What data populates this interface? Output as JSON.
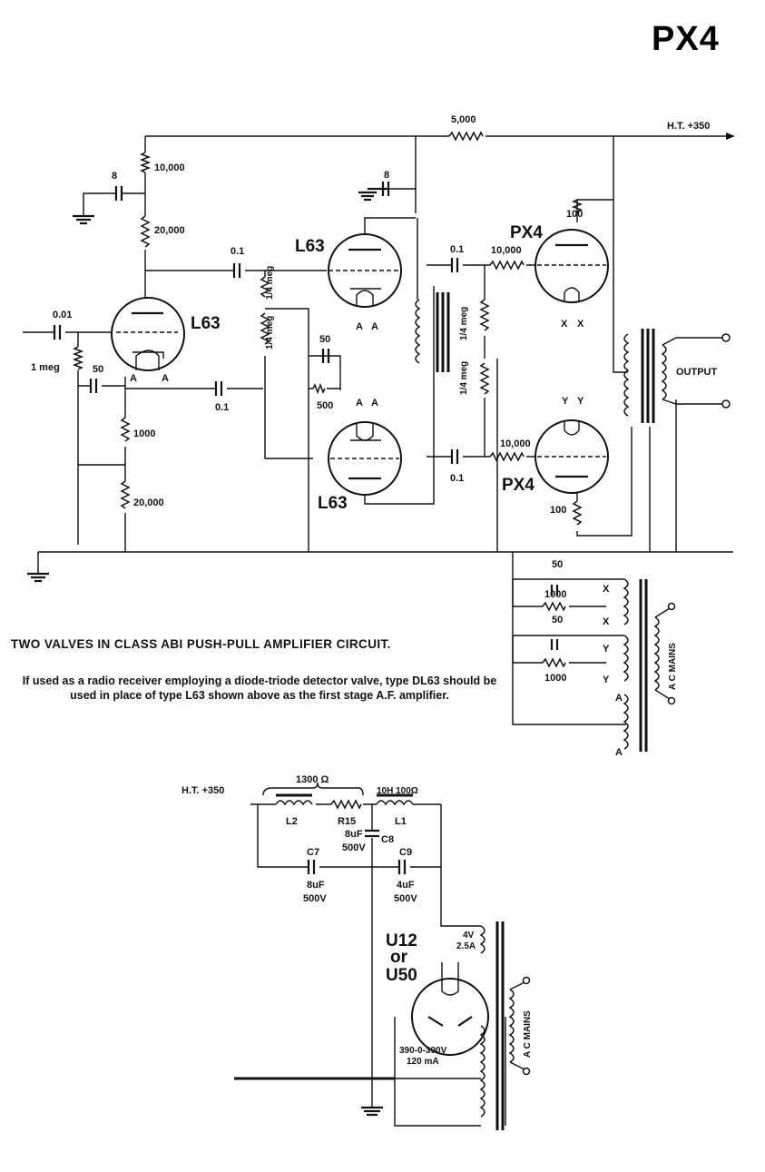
{
  "page_title": "PX4",
  "caption": {
    "main": "TWO VALVES IN CLASS ABI PUSH-PULL AMPLIFIER CIRCUIT.",
    "note": "If used as a radio receiver employing a diode-triode detector valve, type DL63 should be used in place of type L63 shown above as the first stage A.F. amplifier."
  },
  "amplifier": {
    "supply_label": "H.T. +350",
    "output_label": "OUTPUT",
    "tubes": {
      "driver": "L63",
      "phase_splitter_top": "L63",
      "phase_splitter_bottom": "L63",
      "power_top": "PX4",
      "power_bottom": "PX4"
    },
    "tube_pins": {
      "a": "A",
      "x": "X",
      "y": "Y"
    },
    "components": {
      "r_top_feed": "5,000",
      "r_10000": "10,000",
      "r_20000": "20,000",
      "c_8": "8",
      "c_01": "0.1",
      "c_001": "0.01",
      "r_1meg": "1 meg",
      "c_50": "50",
      "r_1000": "1000",
      "r_500": "500",
      "r_100": "100",
      "meg_frac": "1/4 meg"
    },
    "heater_transformer": {
      "label": "A C MAINS",
      "r_1000": "1000",
      "c_50": "50"
    }
  },
  "power_supply": {
    "supply_label": "H.T. +350",
    "r_total": "1300 Ω",
    "l2": "L2",
    "r15": "R15",
    "l1": "L1",
    "l1_spec": "10H 100Ω",
    "c7": "C7",
    "c8": "C8",
    "c9": "C9",
    "cap_value": "8uF",
    "cap_value_c9": "4uF",
    "cap_voltage": "500V",
    "rectifier": [
      "U12",
      "or",
      "U50"
    ],
    "heater_winding": [
      "4V",
      "2.5A"
    ],
    "ht_winding": [
      "390-0-390V",
      "120 mA"
    ],
    "mains_label": "A C MAINS"
  }
}
